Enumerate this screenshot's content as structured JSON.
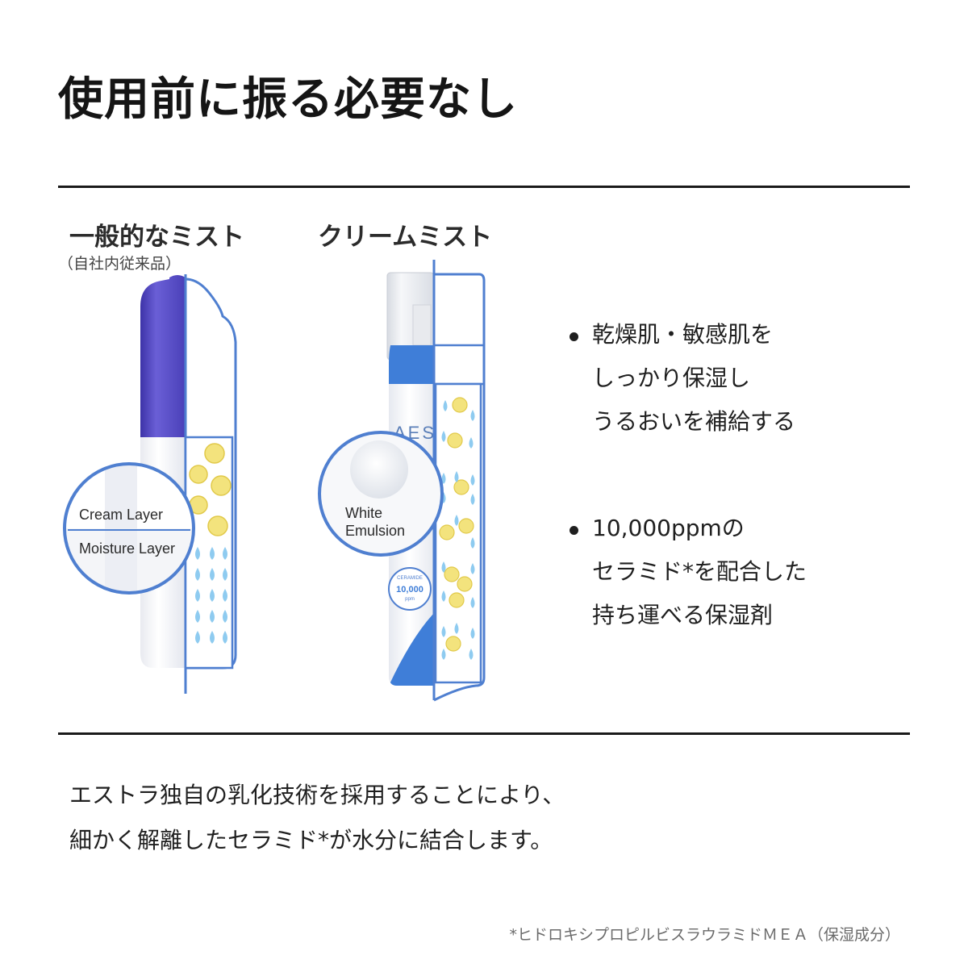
{
  "page": {
    "title": "使用前に振る必要なし"
  },
  "comparison": {
    "left": {
      "heading": "一般的なミスト",
      "note": "（自社内従来品）",
      "zoom_label_top": "Cream Layer",
      "zoom_label_bottom": "Moisture Layer"
    },
    "right": {
      "heading": "クリームミスト",
      "zoom_label_line1": "White",
      "zoom_label_line2": "Emulsion",
      "brand_text": "AEST",
      "badge_top": "CERAMIDE",
      "badge_value": "10,000",
      "badge_unit": "ppm"
    }
  },
  "benefits": [
    {
      "lines": [
        "乾燥肌・敏感肌を",
        "しっかり保湿し",
        "うるおいを補給する"
      ]
    },
    {
      "lines": [
        "10,000ppmの",
        "セラミド*を配合した",
        "持ち運べる保湿剤"
      ]
    }
  ],
  "description": {
    "line1": "エストラ独自の乳化技術を採用することにより、",
    "line2": "細かく解離したセラミド*が水分に結合します。"
  },
  "footnote": "*ヒドロキシプロピルビスラウラミドＭＥＡ（保湿成分）",
  "colors": {
    "accent_blue": "#3f7ed8",
    "cap_purple": "#5d52c9",
    "droplet_blue": "#8ecbf0",
    "bead_yellow": "#f4e27a"
  }
}
